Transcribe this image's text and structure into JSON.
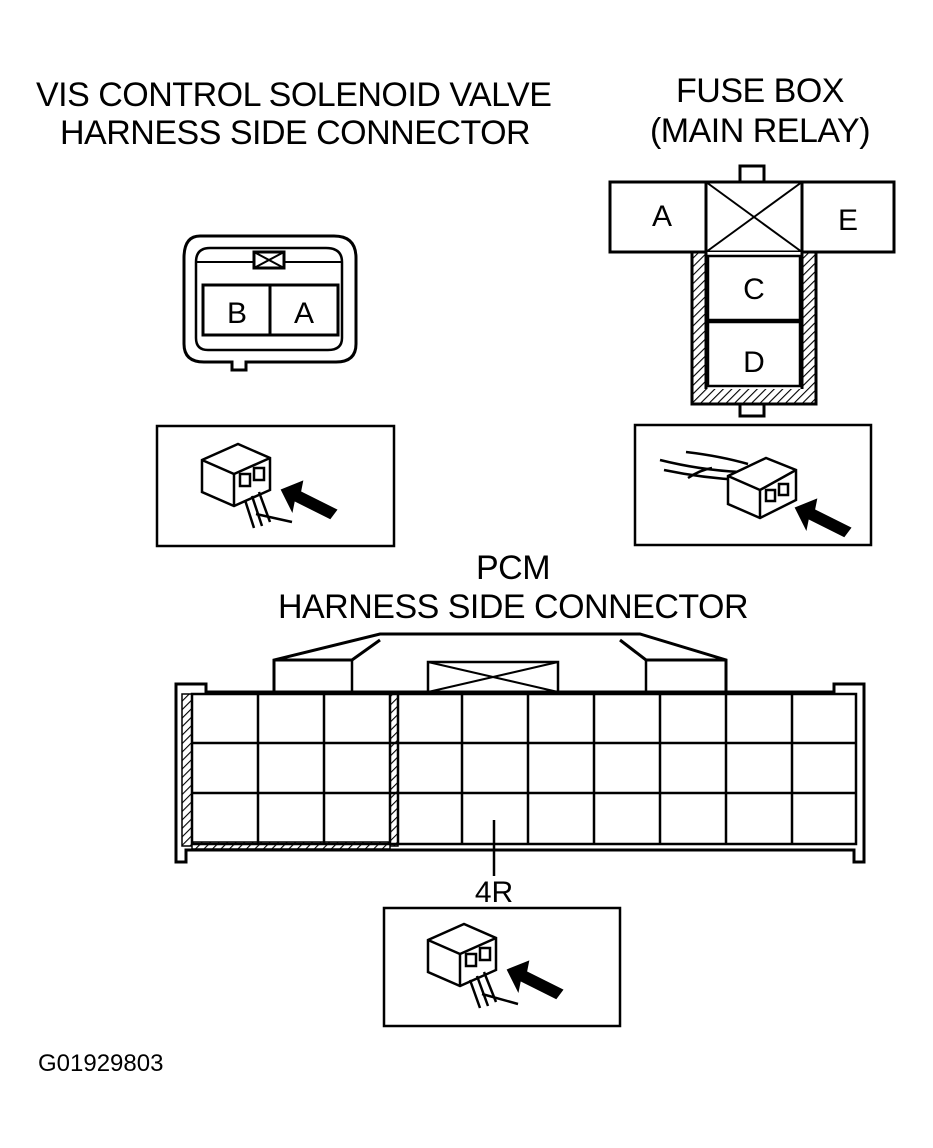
{
  "vis": {
    "title_line1": "VIS CONTROL SOLENOID VALVE",
    "title_line2": "HARNESS SIDE CONNECTOR",
    "terminals": [
      "B",
      "A"
    ]
  },
  "fuse": {
    "title_line1": "FUSE BOX",
    "title_line2": "(MAIN RELAY)",
    "terminals": [
      "A",
      "E",
      "C",
      "D"
    ]
  },
  "pcm": {
    "title_line1": "PCM",
    "title_line2": "HARNESS SIDE CONNECTOR",
    "terminal_label": "4R"
  },
  "figure_code": "G01929803",
  "colors": {
    "ink": "#000000",
    "paper": "#ffffff"
  }
}
